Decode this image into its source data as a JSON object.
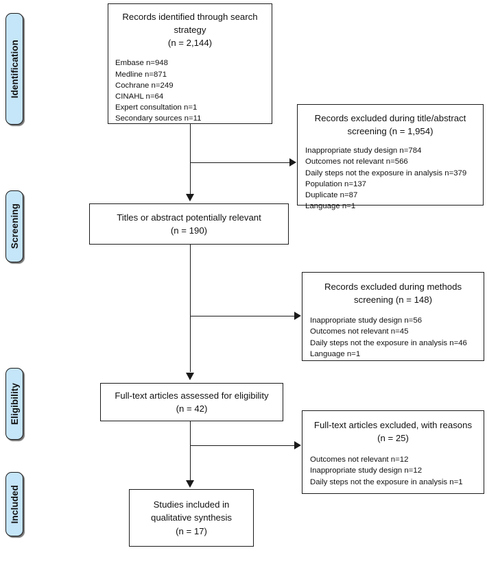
{
  "diagram": {
    "title": "PRISMA study selection flow diagram",
    "colors": {
      "phase_label_fill": "#c5e5f8",
      "line": "#1a1a1a",
      "box_fill": "#ffffff"
    }
  },
  "phases": [
    {
      "id": "identification",
      "label": "Identification"
    },
    {
      "id": "screening",
      "label": "Screening"
    },
    {
      "id": "eligibility",
      "label": "Eligibility"
    },
    {
      "id": "included",
      "label": "Included"
    }
  ],
  "nodes": {
    "identified": {
      "title": "Records identified through search",
      "title2": "strategy",
      "count": "(n = 2,144)",
      "details": [
        "Embase n=948",
        "Medline n=871",
        "Cochrane n=249",
        "CINAHL n=64",
        "Expert consultation n=1",
        "Secondary sources n=11"
      ]
    },
    "excluded_title_abstract": {
      "title": "Records excluded during title/abstract",
      "title2": "screening (n = 1,954)",
      "details": [
        "Inappropriate study design n=784",
        "Outcomes not relevant n=566",
        "Daily steps not the exposure in analysis n=379",
        "Population n=137",
        "Duplicate n=87",
        "Language n=1"
      ]
    },
    "titles_relevant": {
      "title": "Titles or abstract potentially relevant",
      "count": "(n = 190)"
    },
    "excluded_methods": {
      "title": "Records excluded during methods",
      "title2": "screening (n = 148)",
      "details": [
        "Inappropriate study design n=56",
        "Outcomes not relevant n=45",
        "Daily steps not the exposure in analysis n=46",
        "Language n=1"
      ]
    },
    "fulltext_assessed": {
      "title": "Full-text articles assessed for eligibility",
      "count": "(n = 42)"
    },
    "excluded_fulltext": {
      "title": "Full-text articles excluded, with reasons",
      "count": "(n = 25)",
      "details": [
        "Outcomes not relevant n=12",
        "Inappropriate study design n=12",
        "Daily steps not the exposure in analysis n=1"
      ]
    },
    "included_studies": {
      "title": "Studies included in",
      "title2": "qualitative synthesis",
      "count": "(n = 17)"
    }
  }
}
